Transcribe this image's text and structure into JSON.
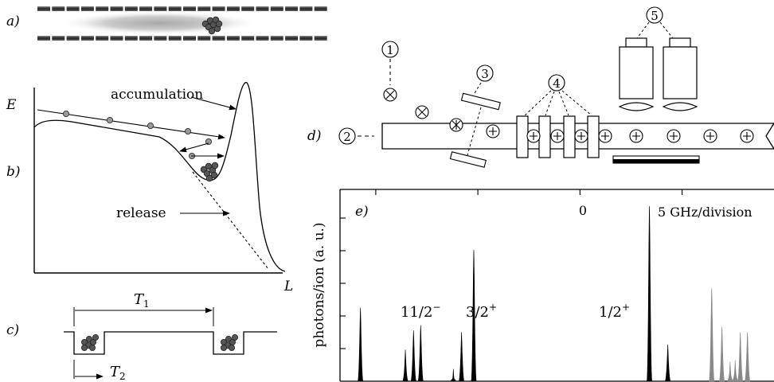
{
  "panels": {
    "a": "a)",
    "b": "b)",
    "c": "c)",
    "d": "d)",
    "e": "e)"
  },
  "panel_b": {
    "ylabel": "E",
    "xlabel": "L",
    "accumulation": "accumulation",
    "release": "release"
  },
  "panel_c": {
    "t1": "T",
    "t1_sub": "1",
    "t2": "T",
    "t2_sub": "2"
  },
  "panel_d": {
    "markers": [
      "1",
      "2",
      "3",
      "4",
      "5"
    ]
  },
  "chart_data": {
    "type": "line",
    "title": "",
    "ylabel": "photons/ion (a. u.)",
    "xlabel": "",
    "x_axis_note": "5 GHz/division",
    "x_tick_labels": [
      "0"
    ],
    "annotations": [
      {
        "text": "11/2",
        "sup": "−"
      },
      {
        "text": "3/2",
        "sup": "+"
      },
      {
        "text": "1/2",
        "sup": "+"
      }
    ],
    "peaks": [
      {
        "x": -21.5,
        "height": 0.42,
        "color": "#000000"
      },
      {
        "x": -17.1,
        "height": 0.18,
        "color": "#000000"
      },
      {
        "x": -16.3,
        "height": 0.29,
        "color": "#000000"
      },
      {
        "x": -15.6,
        "height": 0.32,
        "color": "#000000"
      },
      {
        "x": -12.4,
        "height": 0.07,
        "color": "#000000"
      },
      {
        "x": -11.6,
        "height": 0.28,
        "color": "#000000"
      },
      {
        "x": -10.4,
        "height": 0.75,
        "color": "#000000"
      },
      {
        "x": 6.8,
        "height": 1.0,
        "color": "#000000"
      },
      {
        "x": 8.6,
        "height": 0.21,
        "color": "#000000"
      },
      {
        "x": 12.9,
        "height": 0.53,
        "color": "#888888"
      },
      {
        "x": 13.9,
        "height": 0.31,
        "color": "#888888"
      },
      {
        "x": 14.7,
        "height": 0.11,
        "color": "#888888"
      },
      {
        "x": 15.2,
        "height": 0.12,
        "color": "#888888"
      },
      {
        "x": 15.7,
        "height": 0.28,
        "color": "#888888"
      },
      {
        "x": 16.4,
        "height": 0.28,
        "color": "#888888"
      }
    ],
    "xlim": [
      -23.5,
      19
    ],
    "ylim": [
      0,
      1.08
    ],
    "grid": false,
    "legend": "none"
  }
}
